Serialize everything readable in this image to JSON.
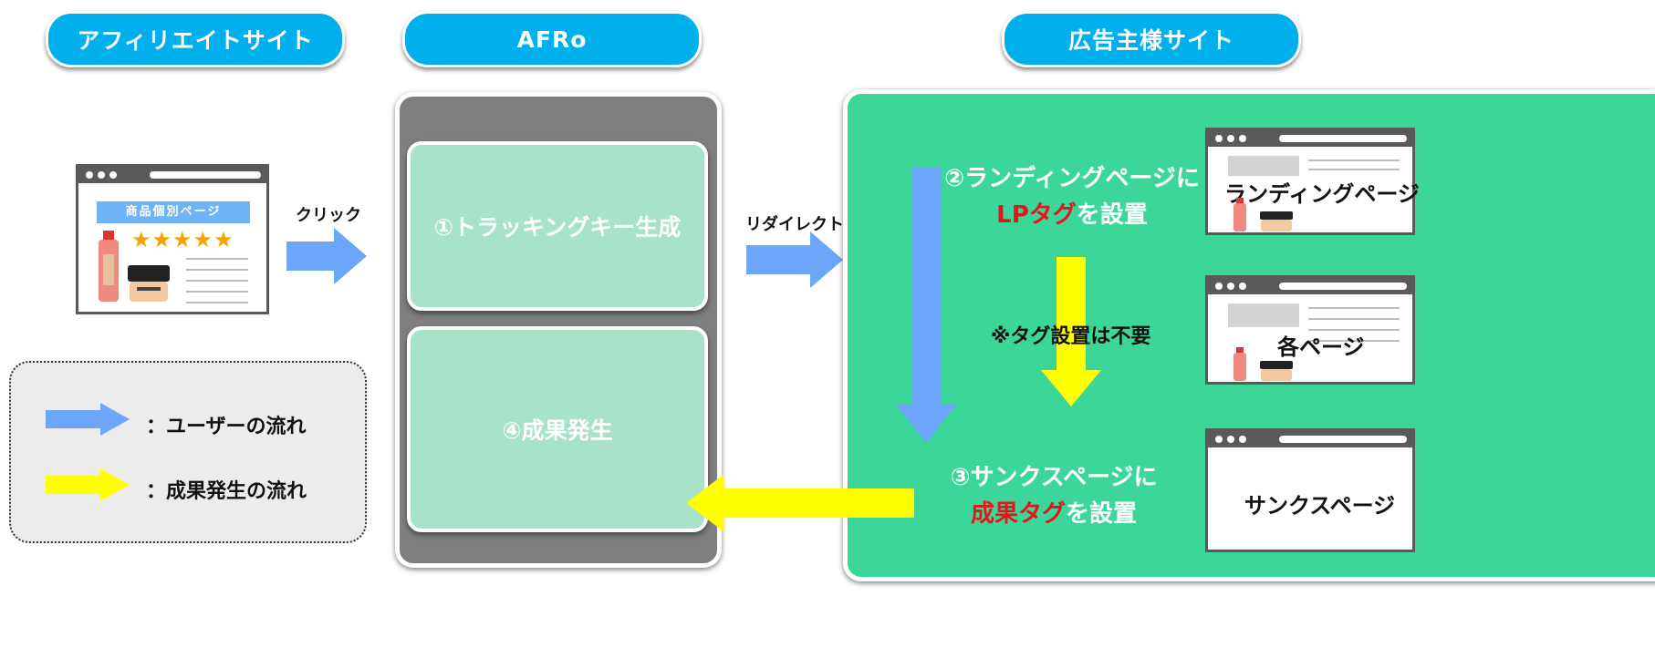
{
  "headers": {
    "affiliate": "アフィリエイトサイト",
    "afro": "AFRo",
    "advertiser": "広告主様サイト"
  },
  "afro_steps": {
    "step1": "①トラッキングキー生成",
    "step4": "④成果発生"
  },
  "arrow_labels": {
    "click": "クリック",
    "redirect": "リダイレクト"
  },
  "product_page": {
    "title": "商品個別ページ"
  },
  "advertiser_steps": {
    "step2_line1": "②ランディングページに",
    "step2_tag": "LPタグ",
    "step2_suffix": "を設置",
    "no_tag_note": "※タグ設置は不要",
    "step3_line1": "③サンクスページに",
    "step3_tag": "成果タグ",
    "step3_suffix": "を設置"
  },
  "pages": {
    "landing": "ランディングページ",
    "each": "各ページ",
    "thanks": "サンクスページ"
  },
  "legend": {
    "user_flow": "：ユーザーの流れ",
    "conversion_flow": "：成果発生の流れ"
  },
  "colors": {
    "header_pill": "#00b0ec",
    "afro_panel": "#7f7f7f",
    "advertiser_panel": "#3dd699",
    "inner_box": "#a8e2c9",
    "user_arrow": "#6ba6f8",
    "conversion_arrow": "#ffff00",
    "tag_red": "#e8141c"
  },
  "icons": [
    "browser-window-icon",
    "star-icon",
    "lotion-bottle-icon",
    "cream-jar-icon"
  ]
}
